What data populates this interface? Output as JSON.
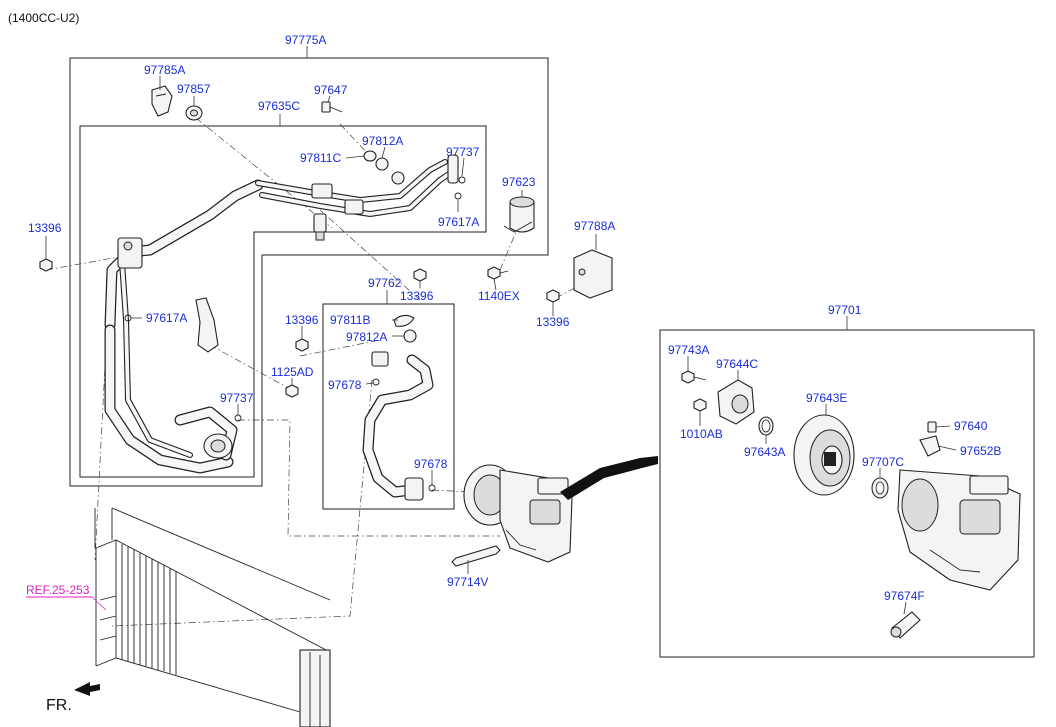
{
  "header": {
    "variant": "(1400CC-U2)"
  },
  "footer": {
    "front_label": "FR."
  },
  "reference": {
    "label": "REF.25-253",
    "color": "#e020c0"
  },
  "colors": {
    "part_label": "#1a2fd6",
    "line": "#222222"
  },
  "assemblies": {
    "a97775A": "97775A",
    "a97635C": "97635C",
    "a97762": "97762",
    "a97701": "97701"
  },
  "parts": {
    "p97785A": "97785A",
    "p97857": "97857",
    "p97647": "97647",
    "p97812A_top": "97812A",
    "p97811C": "97811C",
    "p97737_top": "97737",
    "p97623": "97623",
    "p97617A_right": "97617A",
    "p13396_left": "13396",
    "p97788A": "97788A",
    "p1140EX": "1140EX",
    "p13396_mid": "13396",
    "p13396_right": "13396",
    "p97617A_left": "97617A",
    "p13396_center": "13396",
    "p97811B": "97811B",
    "p97812A_mid": "97812A",
    "p1125AD": "1125AD",
    "p97678_upper": "97678",
    "p97737_lower": "97737",
    "p97678_lower": "97678",
    "p97714V": "97714V",
    "p97743A": "97743A",
    "p97644C": "97644C",
    "p1010AB": "1010AB",
    "p97643E": "97643E",
    "p97643A": "97643A",
    "p97640": "97640",
    "p97652B": "97652B",
    "p97707C": "97707C",
    "p97674F": "97674F"
  }
}
